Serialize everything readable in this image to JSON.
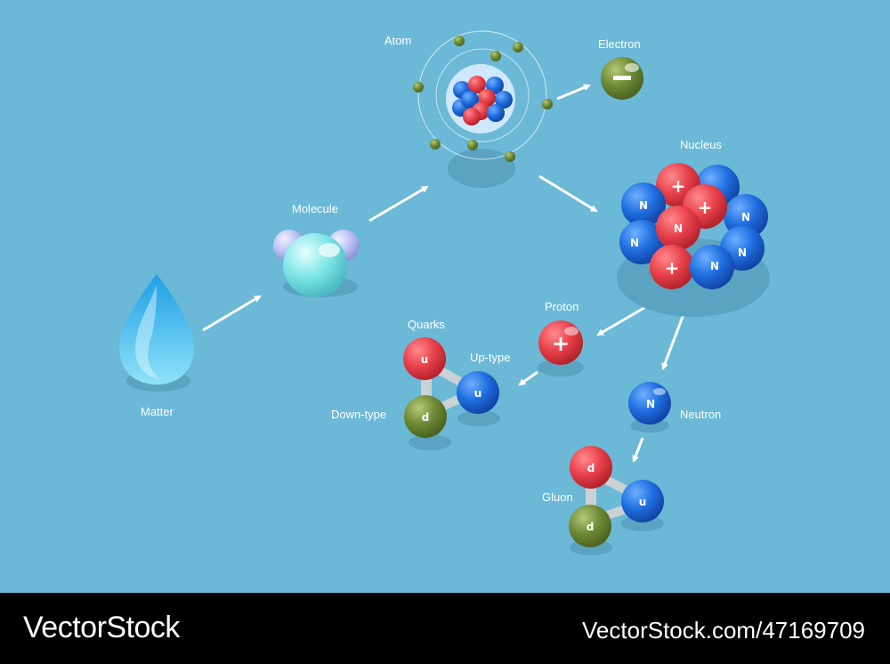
{
  "labels": {
    "atom": "Atom",
    "electron": "Electron",
    "nucleus": "Nucleus",
    "molecule": "Molecule",
    "matter": "Matter",
    "proton": "Proton",
    "quarks": "Quarks",
    "up_type": "Up-type",
    "down_type": "Down-type",
    "neutron": "Neutron",
    "gluon": "Gluon"
  },
  "symbols": {
    "neutron": "N",
    "up_quark": "u",
    "down_quark": "d"
  },
  "colors": {
    "background": "#6bb9d6",
    "proton_red": "#e8414b",
    "neutron_blue": "#1f6fe0",
    "down_quark_green": "#6e8a35",
    "electron_green": "#7c9740",
    "molecule_cyan": "#7fe6e6"
  },
  "footer": {
    "brand": "VectorStock",
    "image_id": "VectorStock.com/47169709"
  }
}
